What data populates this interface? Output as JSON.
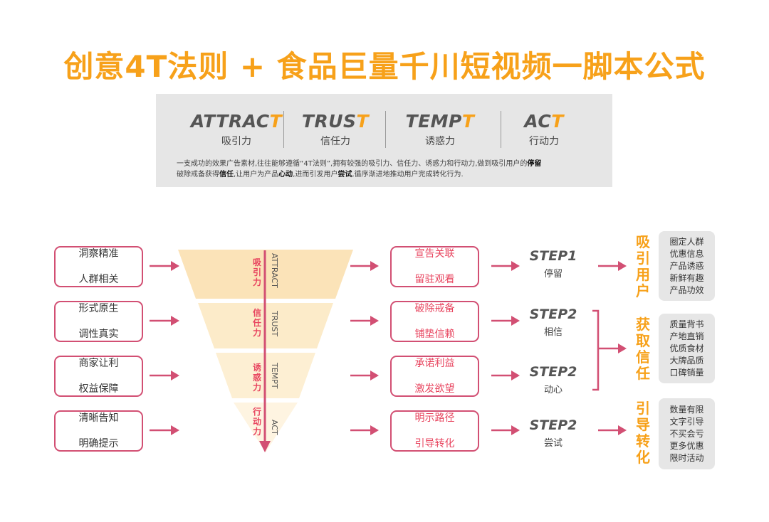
{
  "title": "创意4T法则 + 食品巨量千川短视频一脚本公式",
  "pillars": [
    {
      "en_main": "ATTRAC",
      "en_last": "T",
      "zh": "吸引力"
    },
    {
      "en_main": "TRUS",
      "en_last": "T",
      "zh": "信任力"
    },
    {
      "en_main": "TEMP",
      "en_last": "T",
      "zh": "诱惑力"
    },
    {
      "en_main": "AC",
      "en_last": "T",
      "zh": "行动力"
    }
  ],
  "intro": {
    "l1_a": "一支成功的效果广告素材,往往能够遵循“4T法则”,拥有较强的吸引力、信任力、诱惑力和行动力,做到吸引用户的",
    "l1_b": "停留",
    "l2_a": "破除戒备获得",
    "l2_b": "信任",
    "l2_c": ",让用户为产品",
    "l2_d": "心动",
    "l2_e": ",进而引发用户",
    "l2_f": "尝试",
    "l2_g": ",循序渐进地推动用户完成转化行为."
  },
  "left_items": [
    {
      "l1": "洞察精准",
      "l2": "人群相关"
    },
    {
      "l1": "形式原生",
      "l2": "调性真实"
    },
    {
      "l1": "商家让利",
      "l2": "权益保障"
    },
    {
      "l1": "清晰告知",
      "l2": "明确提示"
    }
  ],
  "funnel": [
    {
      "zh": "吸引力",
      "en": "ATTRACT"
    },
    {
      "zh": "信任力",
      "en": "TRUST"
    },
    {
      "zh": "诱惑力",
      "en": "TEMPT"
    },
    {
      "zh": "行动力",
      "en": "ACT"
    }
  ],
  "mid_items": [
    {
      "l1": "宣告关联",
      "l2": "留驻观看"
    },
    {
      "l1": "破除戒备",
      "l2": "铺垫信赖"
    },
    {
      "l1": "承诺利益",
      "l2": "激发欲望"
    },
    {
      "l1": "明示路径",
      "l2": "引导转化"
    }
  ],
  "steps": [
    {
      "step": "STEP1",
      "label": "停留"
    },
    {
      "step": "STEP2",
      "label": "相信"
    },
    {
      "step": "STEP2",
      "label": "动心"
    },
    {
      "step": "STEP2",
      "label": "尝试"
    }
  ],
  "results": [
    {
      "title": "吸引用户",
      "chars": [
        "吸",
        "引",
        "用",
        "户"
      ],
      "tags": [
        "圈定人群",
        "优惠信息",
        "产品诱惑",
        "新鲜有趣",
        "产品功效"
      ]
    },
    {
      "title": "获取信任",
      "chars": [
        "获",
        "取",
        "信",
        "任"
      ],
      "tags": [
        "质量背书",
        "产地直销",
        "优质食材",
        "大牌品质",
        "口碑销量"
      ]
    },
    {
      "title": "引导转化",
      "chars": [
        "引",
        "导",
        "转",
        "化"
      ],
      "tags": [
        "数量有限",
        "文字引导",
        "不买会亏",
        "更多优惠",
        "限时活动"
      ]
    }
  ],
  "colors": {
    "accent": "#f7a11a",
    "pink": "#d24f73",
    "red": "#e8455f",
    "funnel_top": "#fbe3b8",
    "funnel_bottom": "#fef3dc"
  }
}
